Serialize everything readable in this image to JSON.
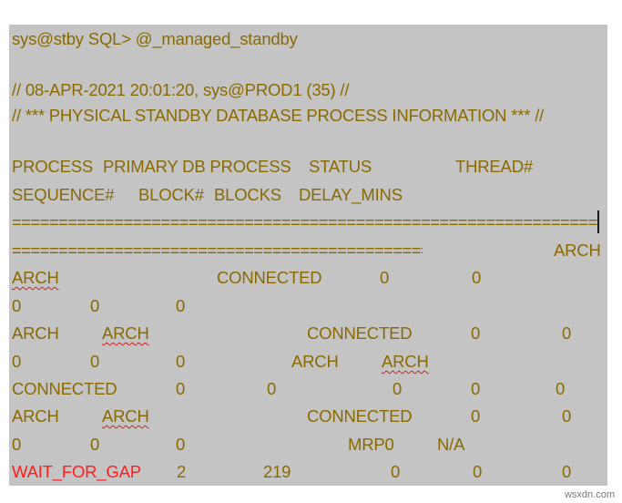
{
  "prompt": "sys@stby SQL> @_managed_standby",
  "header_line1": "// 08-APR-2021 20:01:20, sys@PROD1 (35) //",
  "header_line2": "// *** PHYSICAL STANDBY DATABASE PROCESS INFORMATION *** //",
  "columns": {
    "process": "PROCESS",
    "primary_db_process": "PRIMARY DB PROCESS",
    "status": "STATUS",
    "thread": "THREAD#",
    "sequence": "SEQUENCE#",
    "block": "BLOCK#",
    "blocks": "BLOCKS",
    "delay_mins": "DELAY_MINS"
  },
  "separator_long": "=============================================================================================",
  "separator_short": "=============================================",
  "rows": [
    {
      "process": "ARCH",
      "primary": "ARCH",
      "status": "CONNECTED",
      "thread": "0",
      "sequence": "0",
      "block": "0",
      "blocks": "0",
      "delay": "0"
    },
    {
      "process": "ARCH",
      "primary": "ARCH",
      "status": "CONNECTED",
      "thread": "0",
      "sequence": "0",
      "block": "0",
      "blocks": "0",
      "delay": "0"
    },
    {
      "process": "ARCH",
      "primary": "ARCH",
      "status": "CONNECTED",
      "thread": "0",
      "sequence": "0",
      "block": "0",
      "blocks": "0",
      "delay": "0"
    },
    {
      "process": "ARCH",
      "primary": "ARCH",
      "status": "CONNECTED",
      "thread": "0",
      "sequence": "0",
      "block": "0",
      "blocks": "0",
      "delay": "0"
    },
    {
      "process": "MRP0",
      "primary": "N/A",
      "status": "WAIT_FOR_GAP",
      "thread": "2",
      "sequence": "219",
      "block": "0",
      "blocks": "0",
      "delay": "0"
    }
  ],
  "watermark": "wsxdn.com",
  "colors": {
    "text": "#8a6a00",
    "background": "#c4c4c4",
    "alert": "#ff1f1f"
  }
}
